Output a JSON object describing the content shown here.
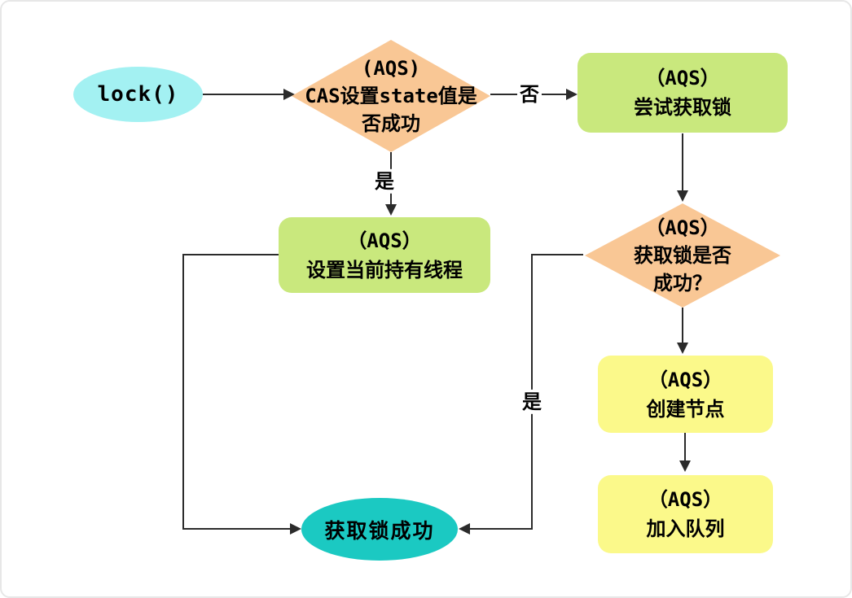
{
  "diagram": {
    "title": "AQS lock acquisition flowchart",
    "nodes": {
      "lock": {
        "label": "lock()",
        "type": "start",
        "color": "#a3f1f2"
      },
      "cas_check": {
        "lines": [
          "(AQS)",
          "CAS设置state值是",
          "否成功"
        ],
        "type": "decision",
        "color": "#f9c795"
      },
      "try_lock": {
        "lines": [
          "（AQS）",
          "尝试获取锁"
        ],
        "type": "process",
        "color": "#c9e87d"
      },
      "set_thread": {
        "lines": [
          "（AQS）",
          "设置当前持有线程"
        ],
        "type": "process",
        "color": "#c9e87d"
      },
      "lock_check": {
        "lines": [
          "（AQS）",
          "获取锁是否",
          "成功？"
        ],
        "type": "decision",
        "color": "#f9c795"
      },
      "create_node": {
        "lines": [
          "（AQS）",
          "创建节点"
        ],
        "type": "process",
        "color": "#fbf98a"
      },
      "join_queue": {
        "lines": [
          "（AQS）",
          "加入队列"
        ],
        "type": "process",
        "color": "#fbf98a"
      },
      "success": {
        "label": "获取锁成功",
        "type": "terminal",
        "color": "#1bc9c2"
      }
    },
    "edge_labels": {
      "no_cas": "否",
      "yes_cas": "是",
      "yes_lock": "是"
    },
    "colors": {
      "line": "#2b2b2b",
      "canvas_border": "#e7e7e7",
      "text": "#000000"
    }
  }
}
